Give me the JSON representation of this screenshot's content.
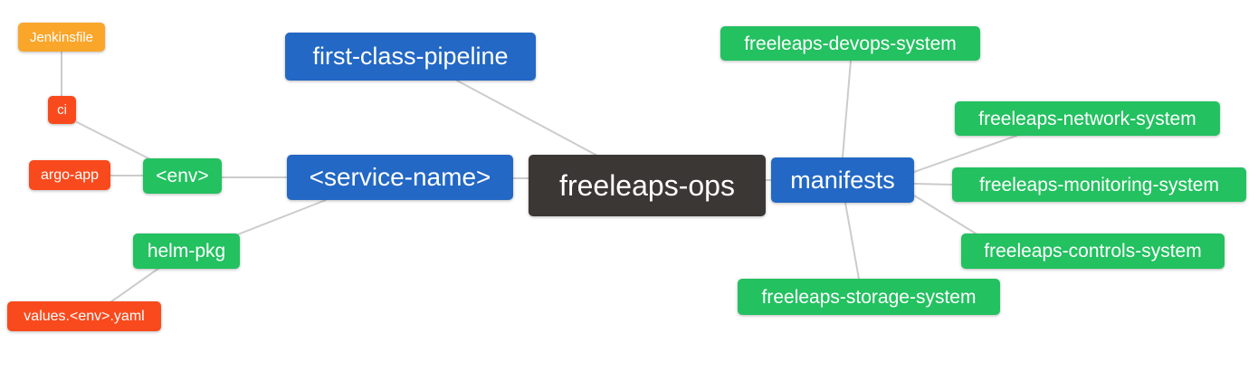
{
  "mindmap": {
    "nodes": {
      "freeleaps_ops": {
        "label": "freeleaps-ops",
        "color": "dark"
      },
      "first_class_pipeline": {
        "label": "first-class-pipeline",
        "color": "blue"
      },
      "service_name": {
        "label": "<service-name>",
        "color": "blue"
      },
      "manifests": {
        "label": "manifests",
        "color": "blue"
      },
      "env": {
        "label": "<env>",
        "color": "green"
      },
      "helm_pkg": {
        "label": "helm-pkg",
        "color": "green"
      },
      "ci": {
        "label": "ci",
        "color": "red"
      },
      "argo_app": {
        "label": "argo-app",
        "color": "red"
      },
      "jenkinsfile": {
        "label": "Jenkinsfile",
        "color": "orange"
      },
      "values_env_yaml": {
        "label": "values.<env>.yaml",
        "color": "red"
      },
      "devops_system": {
        "label": "freeleaps-devops-system",
        "color": "green"
      },
      "network_system": {
        "label": "freeleaps-network-system",
        "color": "green"
      },
      "monitoring_system": {
        "label": "freeleaps-monitoring-system",
        "color": "green"
      },
      "controls_system": {
        "label": "freeleaps-controls-system",
        "color": "green"
      },
      "storage_system": {
        "label": "freeleaps-storage-system",
        "color": "green"
      }
    },
    "edges": [
      {
        "from": "jenkinsfile",
        "to": "ci"
      },
      {
        "from": "ci",
        "to": "env"
      },
      {
        "from": "argo_app",
        "to": "env"
      },
      {
        "from": "env",
        "to": "service_name"
      },
      {
        "from": "helm_pkg",
        "to": "service_name"
      },
      {
        "from": "values_env_yaml",
        "to": "helm_pkg"
      },
      {
        "from": "service_name",
        "to": "freeleaps_ops"
      },
      {
        "from": "first_class_pipeline",
        "to": "freeleaps_ops"
      },
      {
        "from": "freeleaps_ops",
        "to": "manifests"
      },
      {
        "from": "manifests",
        "to": "devops_system"
      },
      {
        "from": "manifests",
        "to": "network_system"
      },
      {
        "from": "manifests",
        "to": "monitoring_system"
      },
      {
        "from": "manifests",
        "to": "controls_system"
      },
      {
        "from": "manifests",
        "to": "storage_system"
      }
    ],
    "colors": {
      "dark": "#3b3735",
      "blue": "#2368c4",
      "green": "#23c160",
      "red": "#f94a1d",
      "orange": "#f9a62b",
      "edge": "#cccccc",
      "text": "#ffffff"
    }
  }
}
